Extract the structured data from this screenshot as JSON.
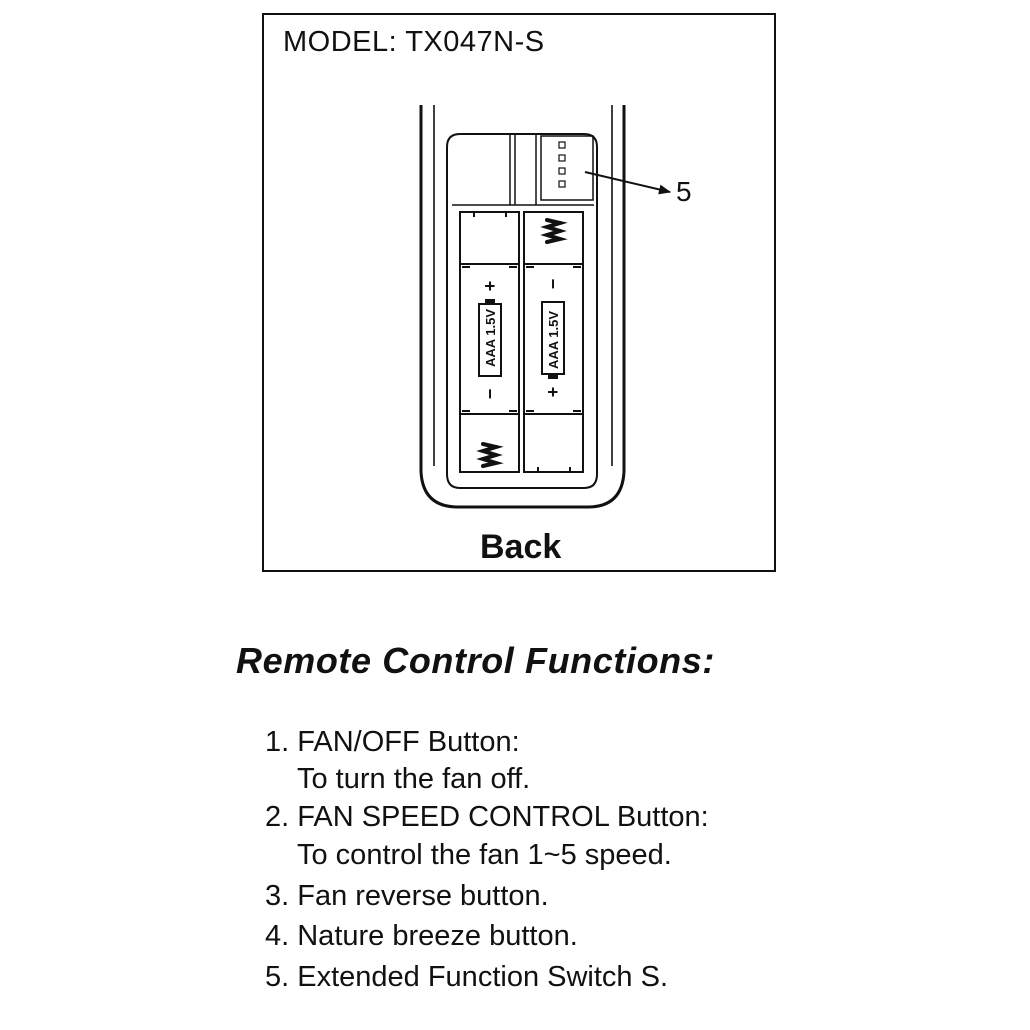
{
  "figure": {
    "model": "MODEL: TX047N-S",
    "view_label": "Back",
    "callout_number": "5",
    "battery_label": "AAA 1.5V",
    "plus_sign": "+",
    "minus_sign": "−"
  },
  "functions": {
    "title": "Remote Control Functions:",
    "lines": [
      "1. FAN/OFF  Button:",
      "To turn the fan off.",
      "2. FAN SPEED CONTROL Button:",
      "To control the fan 1~5 speed.",
      "3. Fan reverse button.",
      "4. Nature breeze button.",
      "5. Extended Function Switch S."
    ]
  }
}
